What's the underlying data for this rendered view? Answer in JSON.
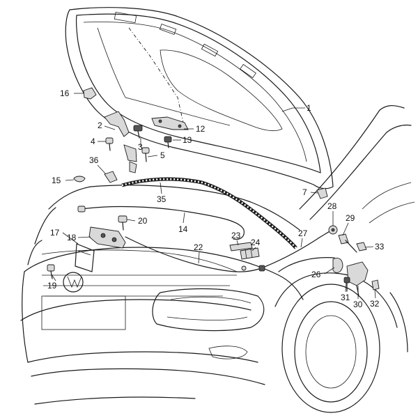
{
  "callouts": [
    {
      "id": "c1",
      "text": "1"
    },
    {
      "id": "c2",
      "text": "2"
    },
    {
      "id": "c3",
      "text": "3"
    },
    {
      "id": "c4",
      "text": "4"
    },
    {
      "id": "c5",
      "text": "5"
    },
    {
      "id": "c7",
      "text": "7"
    },
    {
      "id": "c12",
      "text": "12"
    },
    {
      "id": "c13",
      "text": "13"
    },
    {
      "id": "c14",
      "text": "14"
    },
    {
      "id": "c15",
      "text": "15"
    },
    {
      "id": "c16",
      "text": "16"
    },
    {
      "id": "c17",
      "text": "17"
    },
    {
      "id": "c18",
      "text": "18"
    },
    {
      "id": "c19",
      "text": "19"
    },
    {
      "id": "c20",
      "text": "20"
    },
    {
      "id": "c22",
      "text": "22"
    },
    {
      "id": "c23",
      "text": "23"
    },
    {
      "id": "c24",
      "text": "24"
    },
    {
      "id": "c26",
      "text": "26"
    },
    {
      "id": "c27",
      "text": "27"
    },
    {
      "id": "c28",
      "text": "28"
    },
    {
      "id": "c29",
      "text": "29"
    },
    {
      "id": "c30",
      "text": "30"
    },
    {
      "id": "c31",
      "text": "31"
    },
    {
      "id": "c32",
      "text": "32"
    },
    {
      "id": "c33",
      "text": "33"
    },
    {
      "id": "c35",
      "text": "35"
    },
    {
      "id": "c36",
      "text": "36"
    }
  ]
}
